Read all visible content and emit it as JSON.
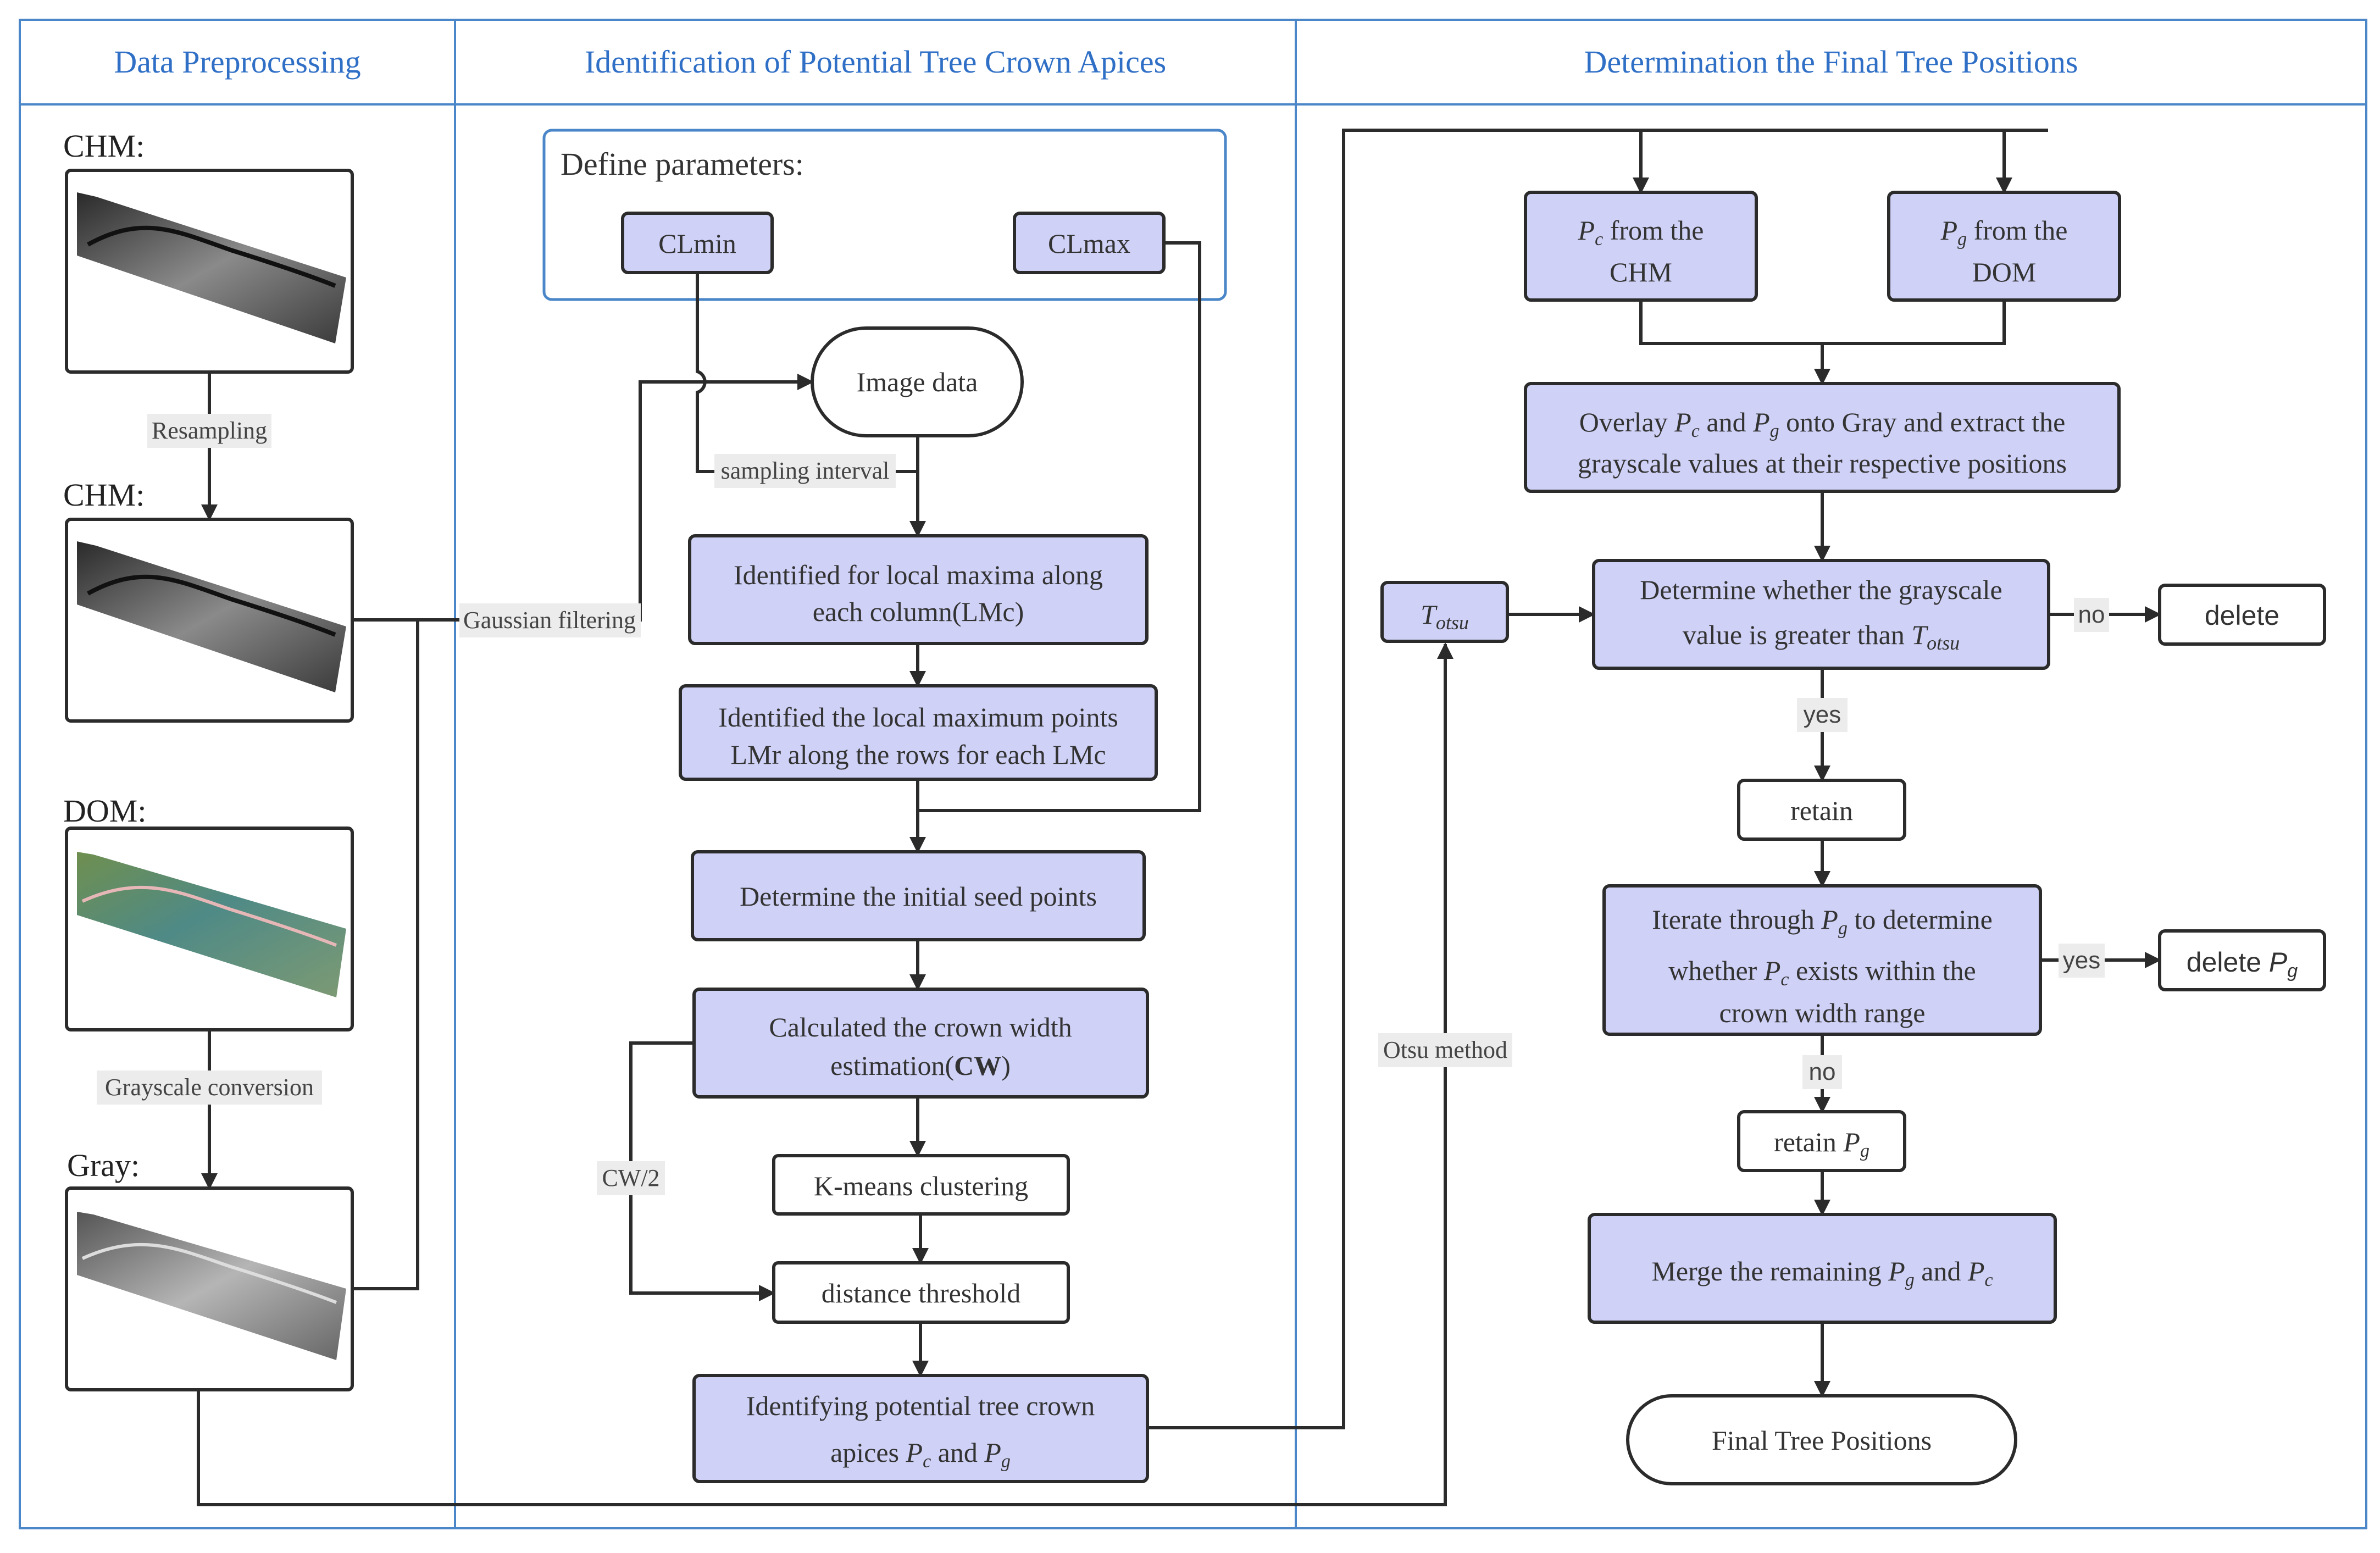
{
  "headers": {
    "col1": "Data Preprocessing",
    "col2": "Identification of Potential Tree Crown Apices",
    "col3": "Determination the Final Tree Positions"
  },
  "preprocessing": {
    "chm1_label": "CHM:",
    "resampling": "Resampling",
    "chm2_label": "CHM:",
    "dom_label": "DOM:",
    "grayscale_conversion": "Grayscale conversion",
    "gray_label": "Gray:"
  },
  "identification": {
    "define_parameters": "Define parameters:",
    "clmin": "CLmin",
    "clmax": "CLmax",
    "image_data": "Image data",
    "gaussian_filtering": "Gaussian filtering",
    "sampling_interval": "sampling interval",
    "lmc_line1": "Identified for local maxima  along",
    "lmc_line2": "each column(LMc)",
    "lmr_line1": "Identified the local maximum points",
    "lmr_line2": "LMr along the rows for each LMc",
    "seed_points": "Determine the initial seed points",
    "cw_line1": "Calculated the crown width",
    "cw_line2_a": "estimation(",
    "cw_line2_b": "CW",
    "cw_line2_c": ")",
    "cw_half": "CW/2",
    "kmeans": "K-means clustering",
    "distance_threshold": "distance threshold",
    "apices_line1": "Identifying potential tree crown",
    "apices_line2_a": "apices ",
    "apices_and": " and "
  },
  "final_positions": {
    "pc_from": " from the",
    "chm": "CHM",
    "pg_from": " from the",
    "dom": "DOM",
    "overlay_a": "Overlay ",
    "overlay_and": " and  ",
    "overlay_b": " onto Gray and extract the",
    "overlay_line2": "grayscale values at their respective positions",
    "determine_line1": "Determine whether the grayscale",
    "determine_line2": "value is greater than ",
    "otsu_method": "Otsu method",
    "no1": "no",
    "delete": "delete",
    "yes1": "yes",
    "retain": "retain",
    "iterate_line1_a": "Iterate through ",
    "iterate_line1_b": " to determine",
    "iterate_line2_a": "whether ",
    "iterate_line2_b": " exists within the",
    "iterate_line3": "crown width range",
    "yes2": "yes",
    "delete_pg": "delete ",
    "no2": "no",
    "retain_pg": "retain ",
    "merge_a": "Merge the remaining ",
    "merge_and": " and ",
    "final_tree_positions": "Final Tree Positions"
  },
  "symbols": {
    "P": "P",
    "c": "c",
    "g": "g",
    "T": "T",
    "otsu": "otsu"
  },
  "colors": {
    "accent_blue": "#2f6fc6",
    "process_fill": "#cfd1f6",
    "line": "#2b2b2b"
  }
}
